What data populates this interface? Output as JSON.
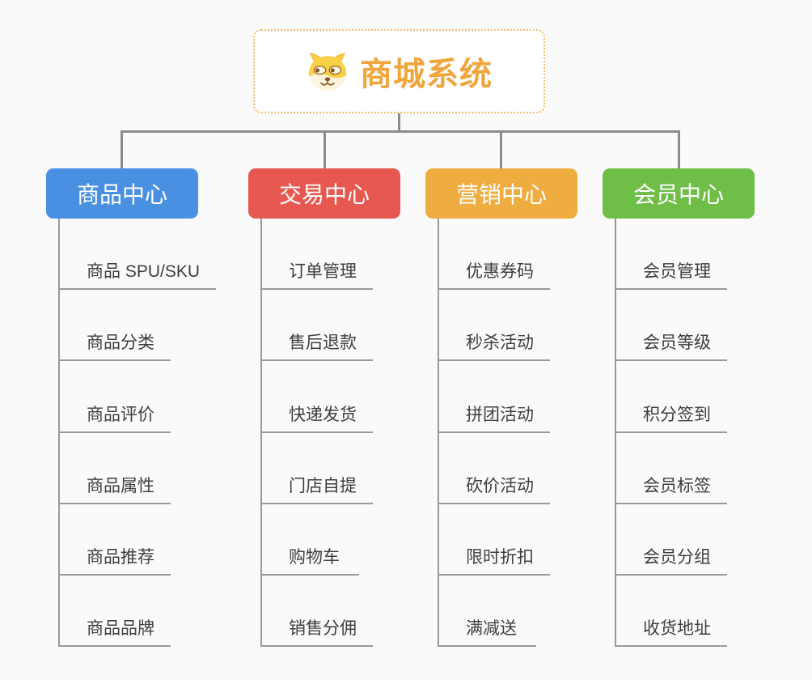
{
  "canvas": {
    "background": "#fafafa",
    "connector_color": "#8c8c8c",
    "leaf_line_color": "#9a9a9a",
    "leaf_text_color": "#3e3e3e"
  },
  "root": {
    "title": "商城系统",
    "title_color": "#f0a63e",
    "border_color": "#f5bc66",
    "icon": "dog-face-icon"
  },
  "branches": [
    {
      "label": "商品中心",
      "color": "#4a90e2",
      "items": [
        "商品 SPU/SKU",
        "商品分类",
        "商品评价",
        "商品属性",
        "商品推荐",
        "商品品牌"
      ]
    },
    {
      "label": "交易中心",
      "color": "#e75850",
      "items": [
        "订单管理",
        "售后退款",
        "快递发货",
        "门店自提",
        "购物车",
        "销售分佣"
      ]
    },
    {
      "label": "营销中心",
      "color": "#efad41",
      "items": [
        "优惠券码",
        "秒杀活动",
        "拼团活动",
        "砍价活动",
        "限时折扣",
        "满减送"
      ]
    },
    {
      "label": "会员中心",
      "color": "#6ebe48",
      "items": [
        "会员管理",
        "会员等级",
        "积分签到",
        "会员标签",
        "会员分组",
        "收货地址"
      ]
    }
  ]
}
